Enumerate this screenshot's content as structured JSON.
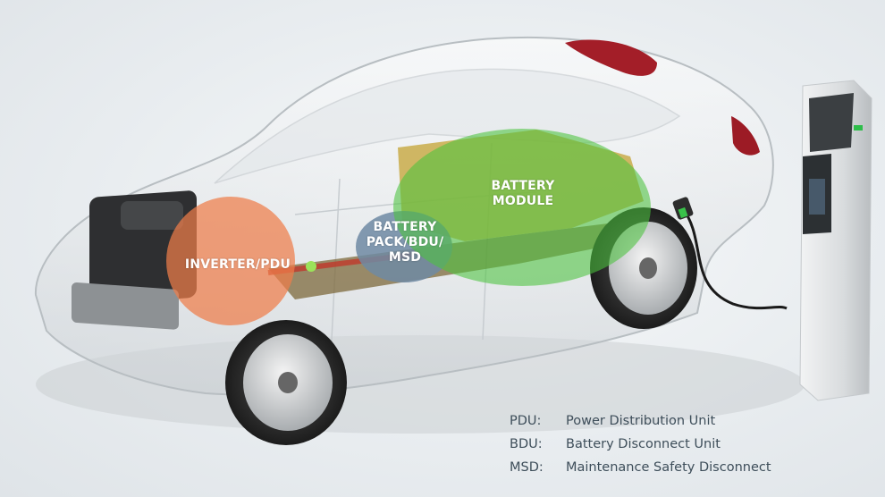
{
  "callouts": {
    "inverter": {
      "label": "INVERTER/PDU",
      "color": "#ef7d4a"
    },
    "battery_pack": {
      "label": "BATTERY\nPACK/BDU/\nMSD",
      "color": "#6f8aa3"
    },
    "battery_module": {
      "label": "BATTERY\nMODULE",
      "color": "#4cc23e"
    }
  },
  "legend": [
    {
      "abbr": "PDU:",
      "definition": "Power Distribution Unit"
    },
    {
      "abbr": "BDU:",
      "definition": "Battery Disconnect Unit"
    },
    {
      "abbr": "MSD:",
      "definition": "Maintenance Safety Disconnect"
    }
  ]
}
